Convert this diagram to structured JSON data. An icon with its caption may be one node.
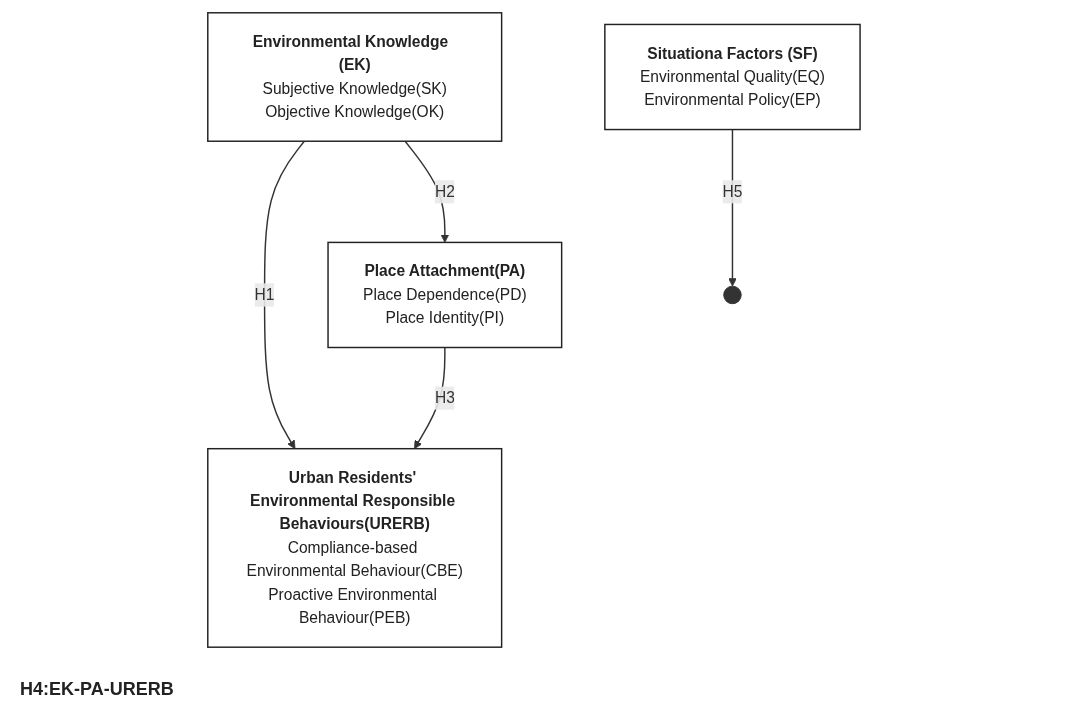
{
  "diagram": {
    "nodes": [
      {
        "text": [
          "Environmental Knowledge  (EK)",
          "Subjective Knowledge(SK)",
          "Objective Knowledge(OK)"
        ]
      },
      {
        "text": [
          "Place Attachment(PA)",
          "Place Dependence(PD)",
          "Place Identity(PI)"
        ]
      },
      {
        "text": [
          "Urban Residents' Environmental Responsible Behaviours(URERB)",
          "Compliance-based Environmental Behaviour(CBE)",
          "Proactive Environmental Behaviour(PEB)"
        ]
      },
      {
        "text": [
          "Situationa Factors (SF)",
          "Environmental Quality(EQ)",
          "Environmental Policy(EP)"
        ]
      }
    ],
    "edges": [
      {
        "from": 0,
        "to": 2,
        "arrow": "to",
        "label": "H1"
      },
      {
        "from": 0,
        "to": 1,
        "arrow": "to",
        "label": "H2"
      },
      {
        "from": 1,
        "to": 2,
        "arrow": "to",
        "label": "H3"
      },
      {
        "from": 3,
        "to": null,
        "arrow": "to",
        "label": "H5"
      }
    ],
    "labels": [
      "H4:EK-PA-URERB"
    ]
  }
}
